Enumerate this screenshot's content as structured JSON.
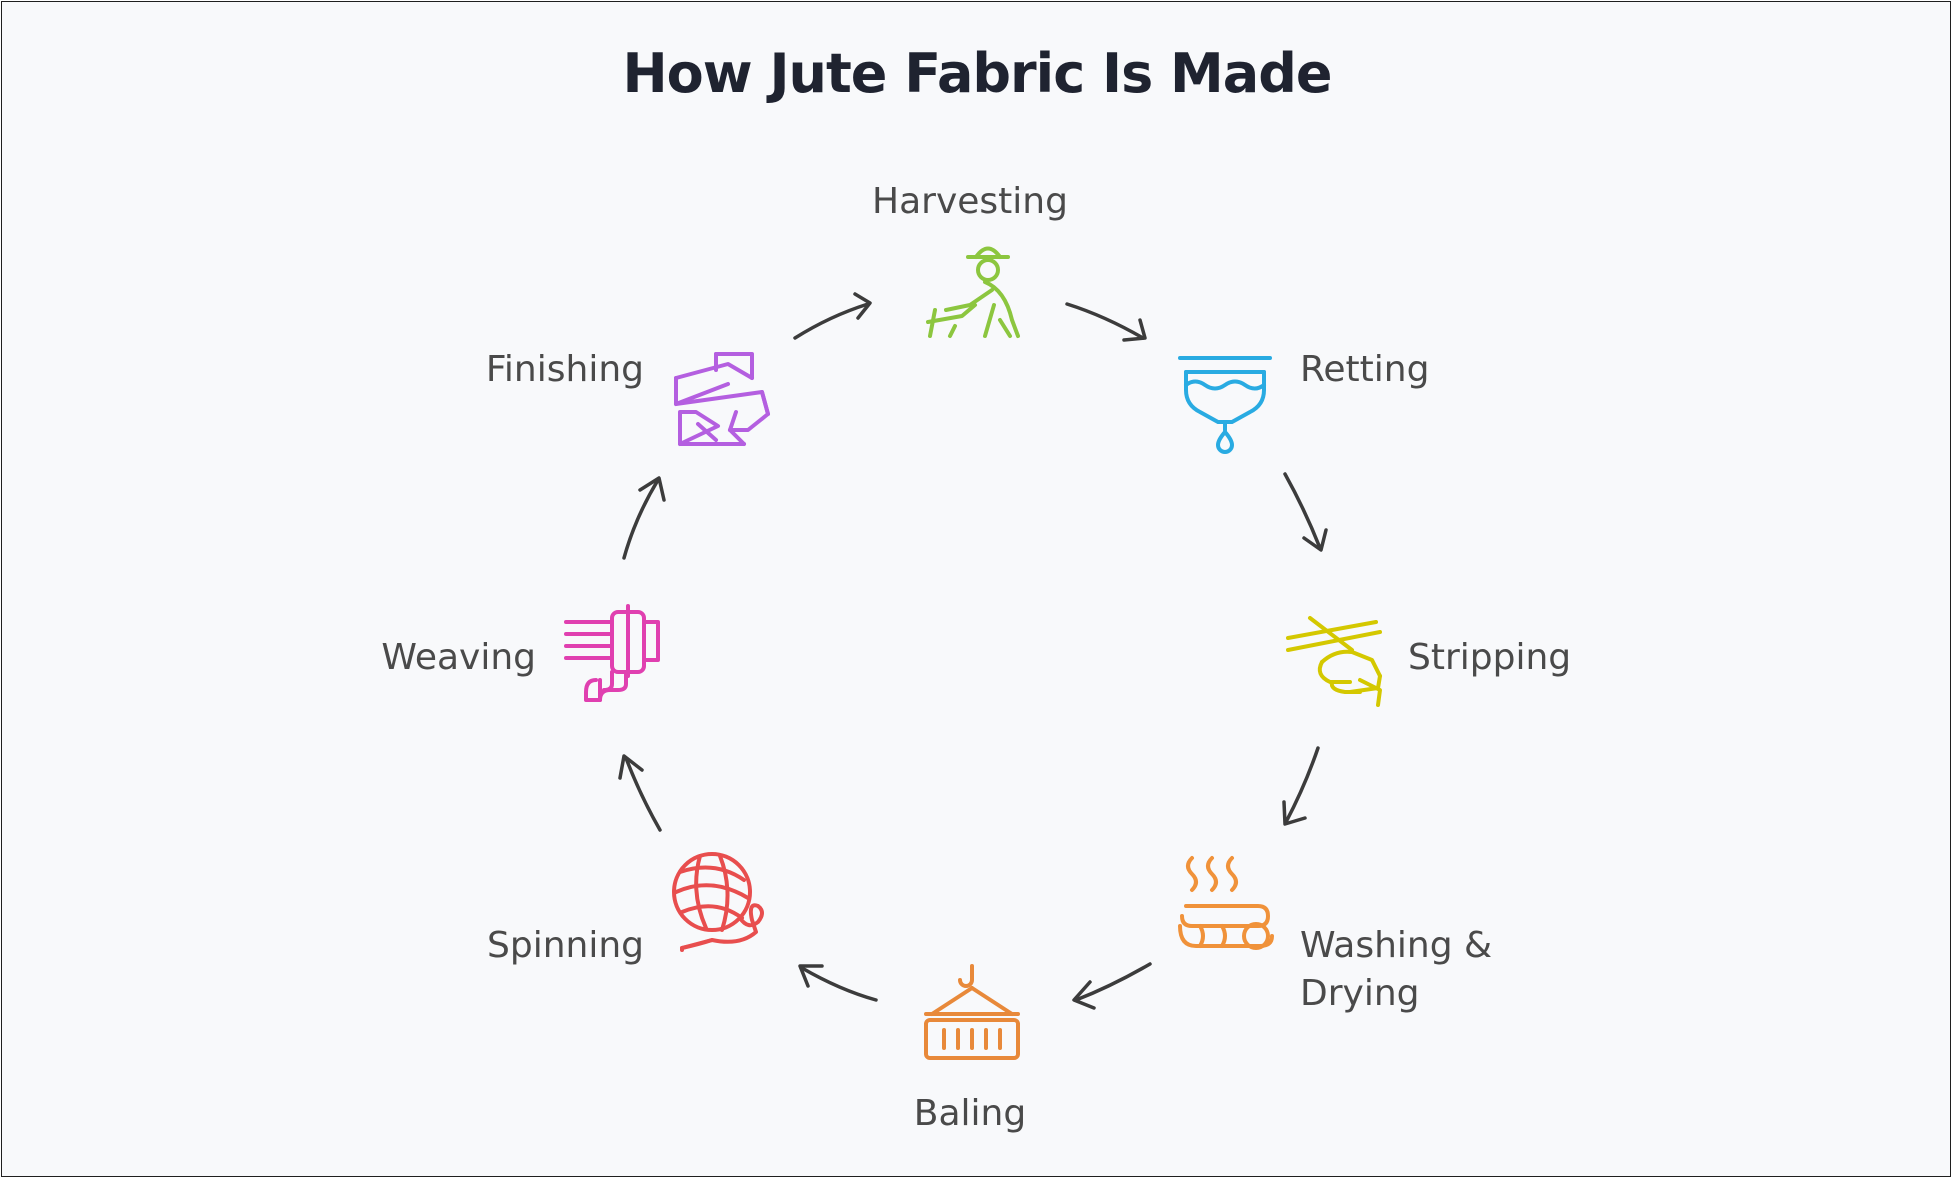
{
  "title": "How Jute Fabric Is Made",
  "steps": [
    {
      "label": "Harvesting",
      "icon": "farmer-harvesting-icon",
      "color": "#8cc63f"
    },
    {
      "label": "Retting",
      "icon": "water-tank-drip-icon",
      "color": "#29abe2"
    },
    {
      "label": "Stripping",
      "icon": "hand-stripping-fiber-icon",
      "color": "#d4c800"
    },
    {
      "label": "Washing & Drying",
      "icon": "steaming-fiber-icon",
      "color": "#f0923a"
    },
    {
      "label": "Baling",
      "icon": "hanging-crate-icon",
      "color": "#e8893a"
    },
    {
      "label": "Spinning",
      "icon": "yarn-ball-icon",
      "color": "#e84e4e"
    },
    {
      "label": "Weaving",
      "icon": "thread-spool-icon",
      "color": "#e040b0"
    },
    {
      "label": "Finishing",
      "icon": "fabric-roll-icon",
      "color": "#b45fe0"
    }
  ]
}
